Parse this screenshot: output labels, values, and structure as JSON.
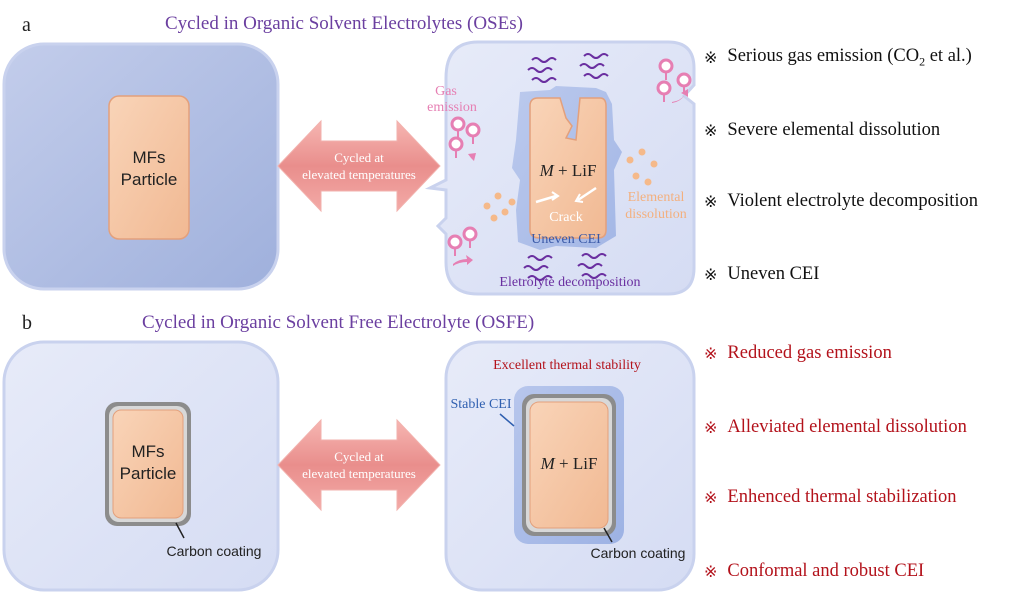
{
  "panel_a": {
    "label": "a",
    "title": "Cycled in Organic Solvent Electrolytes (OSEs)",
    "particle_label_line1": "MFs",
    "particle_label_line2": "Particle",
    "arrow_line1": "Cycled at",
    "arrow_line2": "elevated temperatures",
    "product_prefix": "M",
    "product_suffix": " + LiF",
    "gas_line1": "Gas",
    "gas_line2": "emission",
    "crack": "Crack",
    "dissolution_line1": "Elemental",
    "dissolution_line2": "dissolution",
    "uneven_cei": "Uneven CEI",
    "decomposition": "Eletrolyte decomposition",
    "points": [
      {
        "pre": "Serious gas emission (CO",
        "sub": "2",
        "post": " et al.)"
      },
      {
        "pre": "Severe elemental dissolution"
      },
      {
        "pre": "Violent electrolyte decomposition"
      },
      {
        "pre": "Uneven CEI"
      }
    ]
  },
  "panel_b": {
    "label": "b",
    "title": "Cycled in Organic Solvent Free Electrolyte (OSFE)",
    "particle_label_line1": "MFs",
    "particle_label_line2": "Particle",
    "carbon_coating_left": "Carbon coating",
    "arrow_line1": "Cycled at",
    "arrow_line2": "elevated temperatures",
    "stability": "Excellent thermal stability",
    "stable_cei": "Stable CEI",
    "product_prefix": "M",
    "product_suffix": " + LiF",
    "carbon_coating_right": "Carbon coating",
    "points": [
      {
        "pre": "Reduced gas emission"
      },
      {
        "pre": "Alleviated elemental dissolution"
      },
      {
        "pre": "Enhenced thermal stabilization"
      },
      {
        "pre": "Conformal and robust CEI"
      }
    ]
  },
  "mark_symbol": "※",
  "colors": {
    "title_purple": "#6b3fa0",
    "red_text": "#b3121b",
    "particle": "#f6c9a9",
    "arrow": "#ec9a9a",
    "electrolyte_panel": "#dfe6f8",
    "gas_pink": "#e67fb3",
    "decomp_purple": "#6a2fa0",
    "dissolution_orange": "#f5b98a"
  },
  "icons": [
    "reference-mark-icon",
    "gas-bubble-icon",
    "decomposition-wave-icon",
    "dissolution-dot-icon"
  ]
}
